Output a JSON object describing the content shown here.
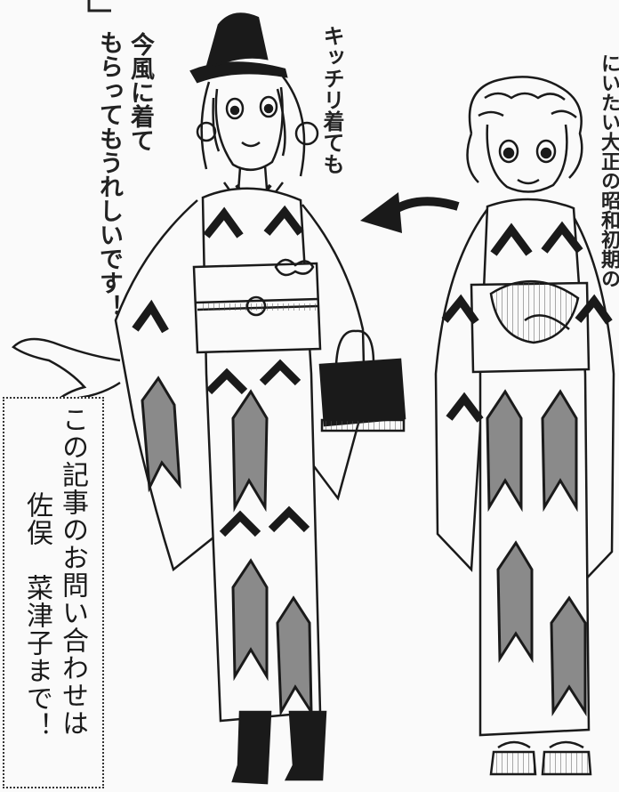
{
  "image": {
    "kind": "manga-style illustration",
    "figures": [
      {
        "name": "modern-kimono-woman",
        "description": "woman in fedora hat and arrow-feather (yagasuri) kimono with boots and handbag"
      },
      {
        "name": "retro-kimono-girl",
        "description": "girl with short wavy hair in arrow-feather kimono with zori sandals"
      }
    ],
    "palette": {
      "ink": "#1a1a1a",
      "paper": "#fafafa",
      "shade": "#8a8a8a"
    }
  },
  "texts": {
    "note_line1": "この記事のお問い合わせは",
    "note_line2": "佐俣　菜津子まで！",
    "hand_a": "キッチリ着ても",
    "hand_b1": "今風に着て",
    "hand_b2": "もらってもうれしいです！",
    "hand_c": "にいたい大正の昭和初期の"
  },
  "icons": {
    "arrow": "left-arrow-icon"
  }
}
